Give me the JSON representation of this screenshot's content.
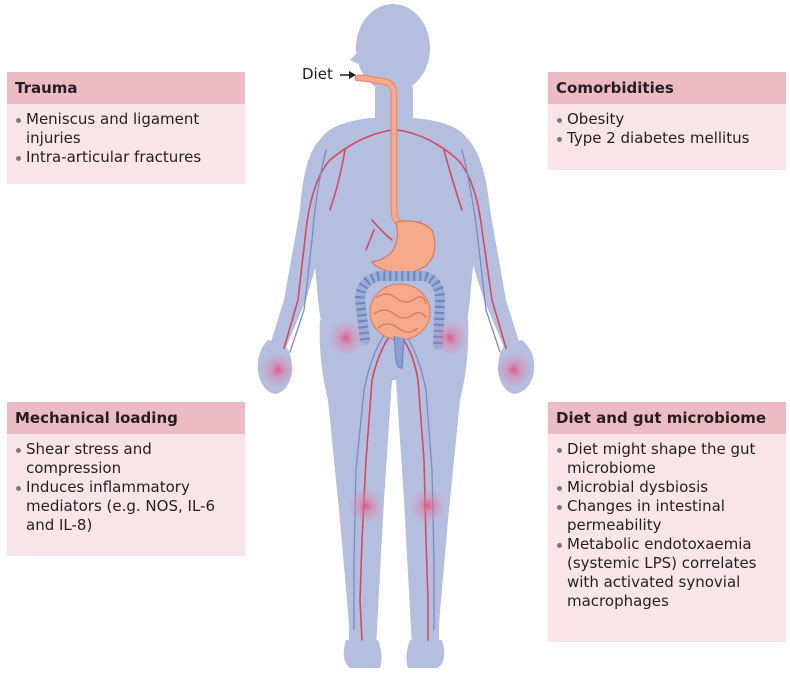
{
  "diet_label": "Diet",
  "boxes": {
    "trauma": {
      "title": "Trauma",
      "items": [
        "Meniscus and ligament injuries",
        "Intra-articular fractures"
      ]
    },
    "comorbidities": {
      "title": "Comorbidities",
      "items": [
        "Obesity",
        "Type 2 diabetes mellitus"
      ]
    },
    "mechanical": {
      "title": "Mechanical loading",
      "items": [
        "Shear stress and compression",
        "Induces inflammatory mediators (e.g. NOS, IL-6 and IL-8)"
      ]
    },
    "diet_gut": {
      "title": "Diet and gut microbiome",
      "items": [
        "Diet might shape the gut microbiome",
        "Microbial dysbiosis",
        "Changes in intestinal permeability",
        "Metabolic endotoxaemia (systemic LPS) correlates with activated synovial macrophages"
      ]
    }
  },
  "colors": {
    "body": "#b4bfe0",
    "box_header": "#ecbbc4",
    "box_fill": "#f9e4e7",
    "gut": "#f7a98c",
    "colon": "#9aaed6",
    "vessel": "#d5485e",
    "inflammation": "#e0507a"
  }
}
